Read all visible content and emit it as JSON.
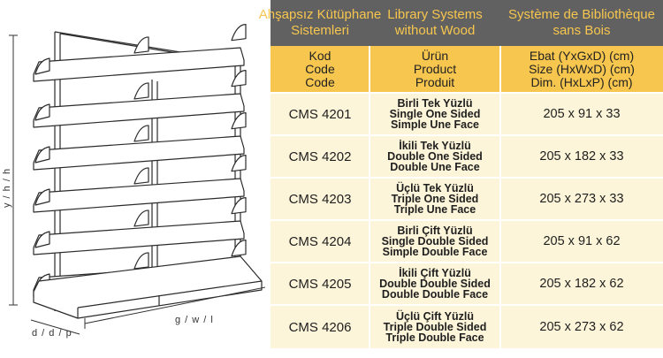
{
  "header": {
    "col1": [
      "Ahşapsız Kütüphane",
      "Sistemleri"
    ],
    "col2": [
      "Library Systems",
      "without Wood"
    ],
    "col3": [
      "Système de Bibliothèque",
      "sans Bois"
    ]
  },
  "subheader": {
    "col1": [
      "Kod",
      "Code",
      "Code"
    ],
    "col2": [
      "Ürün",
      "Product",
      "Produit"
    ],
    "col3": [
      "Ebat (YxGxD) (cm)",
      "Size (HxWxD) (cm)",
      "Dim. (HxLxP) (cm)"
    ]
  },
  "rows": [
    {
      "code": "CMS 4201",
      "product": [
        "Birli Tek Yüzlü",
        "Single One Sided",
        "Simple Une Face"
      ],
      "size": "205 x 91 x 33"
    },
    {
      "code": "CMS 4202",
      "product": [
        "İkili Tek Yüzlü",
        "Double One Sided",
        "Double Une Face"
      ],
      "size": "205 x 182 x 33"
    },
    {
      "code": "CMS 4203",
      "product": [
        "Üçlü Tek Yüzlü",
        "Triple One Sided",
        "Triple Une Face"
      ],
      "size": "205 x 273 x 33"
    },
    {
      "code": "CMS 4204",
      "product": [
        "Birli Çift Yüzlü",
        "Single Double Sided",
        "Simple Double Face"
      ],
      "size": "205 x 91 x 62"
    },
    {
      "code": "CMS 4205",
      "product": [
        "İkili Çift Yüzlü",
        "Double Double Sided",
        "Double Double Face"
      ],
      "size": "205 x 182 x 62"
    },
    {
      "code": "CMS 4206",
      "product": [
        "Üçlü Çift Yüzlü",
        "Triple Double Sided",
        "Triple Double Face"
      ],
      "size": "205 x 273 x 62"
    }
  ],
  "illustration": {
    "height_label": "y / h / h",
    "width_label": "g / w / l",
    "depth_label": "d / d / p"
  },
  "colors": {
    "header_bg": "#616161",
    "header_text": "#f7c64e",
    "subheader_bg": "#f7c64e",
    "row_bg": "#fdf5d9"
  }
}
